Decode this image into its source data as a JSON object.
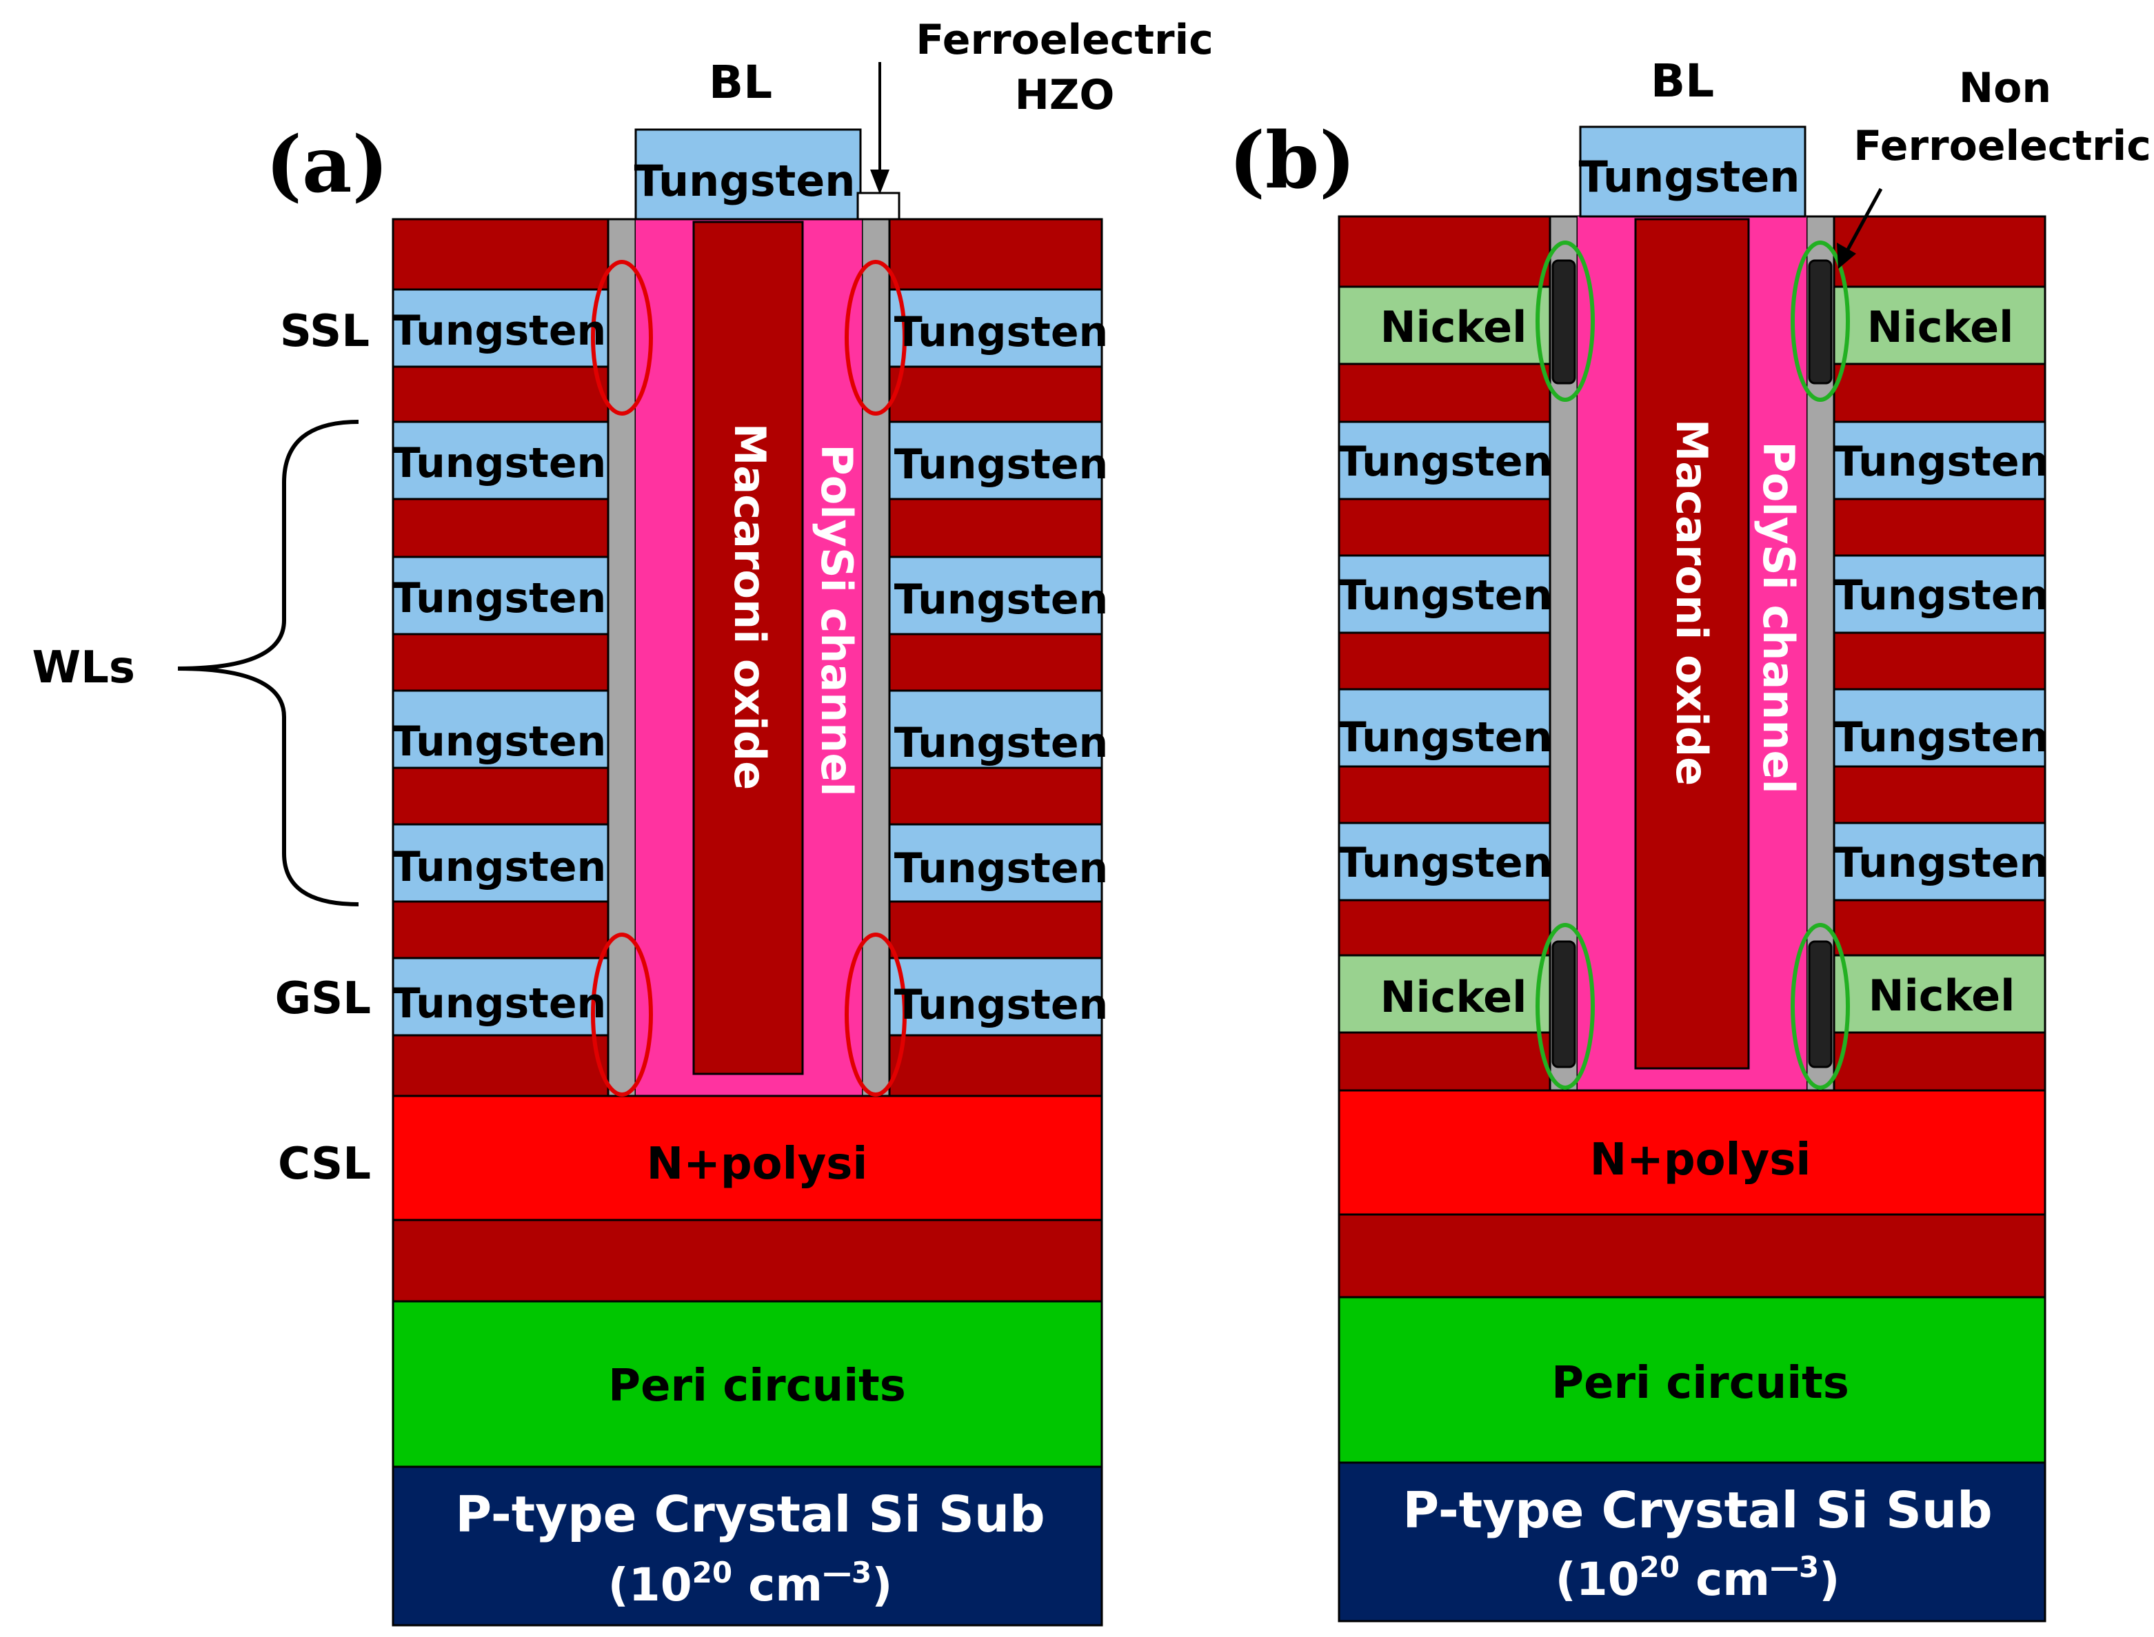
{
  "panel_a": {
    "tag": "(a)",
    "bl_label": "BL",
    "callout": [
      "Ferroelectric",
      "HZO"
    ],
    "bitline_metal": "Tungsten",
    "left_labels": {
      "ssl": "SSL",
      "wls": "WLs",
      "gsl": "GSL",
      "csl": "CSL"
    },
    "ssl_metal": "Tungsten",
    "wl_metals": [
      "Tungsten",
      "Tungsten",
      "Tungsten",
      "Tungsten"
    ],
    "gsl_metal": "Tungsten",
    "core": "Macaroni oxide",
    "channel": "PolySi channel",
    "csl_layer": "N+polysi",
    "peri": "Peri circuits",
    "substrate": "P-type Crystal Si Sub",
    "doping": {
      "base": "(10",
      "exp": "20",
      "unit": " cm",
      "unit_exp": "—3",
      "close": ")"
    }
  },
  "panel_b": {
    "tag": "(b)",
    "bl_label": "BL",
    "callout": [
      "Non",
      "Ferroelectric"
    ],
    "bitline_metal": "Tungsten",
    "ssl_metal": "Nickel",
    "wl_metals": [
      "Tungsten",
      "Tungsten",
      "Tungsten",
      "Tungsten"
    ],
    "gsl_metal": "Nickel",
    "core": "Macaroni oxide",
    "channel": "PolySi channel",
    "csl_layer": "N+polysi",
    "peri": "Peri circuits",
    "substrate": "P-type Crystal Si Sub",
    "doping": {
      "base": "(10",
      "exp": "20",
      "unit": " cm",
      "unit_exp": "—3",
      "close": ")"
    }
  },
  "colors": {
    "oxide": "#b00000",
    "tungsten": "#8dc4ec",
    "nickel": "#99d28f",
    "ferroelectric_liner": "#a6a6a6",
    "nonferro_liner": "#222222",
    "channel": "#ff33a0",
    "n_plus_polysi": "#ff0000",
    "peri": "#00c600",
    "substrate": "#002060",
    "highlight_a": "#e00000",
    "highlight_b": "#22b022"
  }
}
